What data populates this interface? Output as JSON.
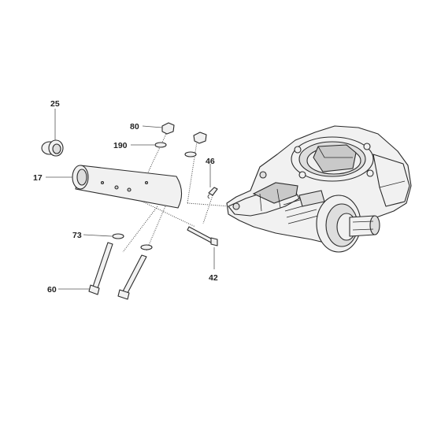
{
  "callouts": {
    "c25": "25",
    "c80": "80",
    "c190": "190",
    "c46": "46",
    "c17": "17",
    "c73": "73",
    "c42": "42",
    "c60": "60"
  }
}
